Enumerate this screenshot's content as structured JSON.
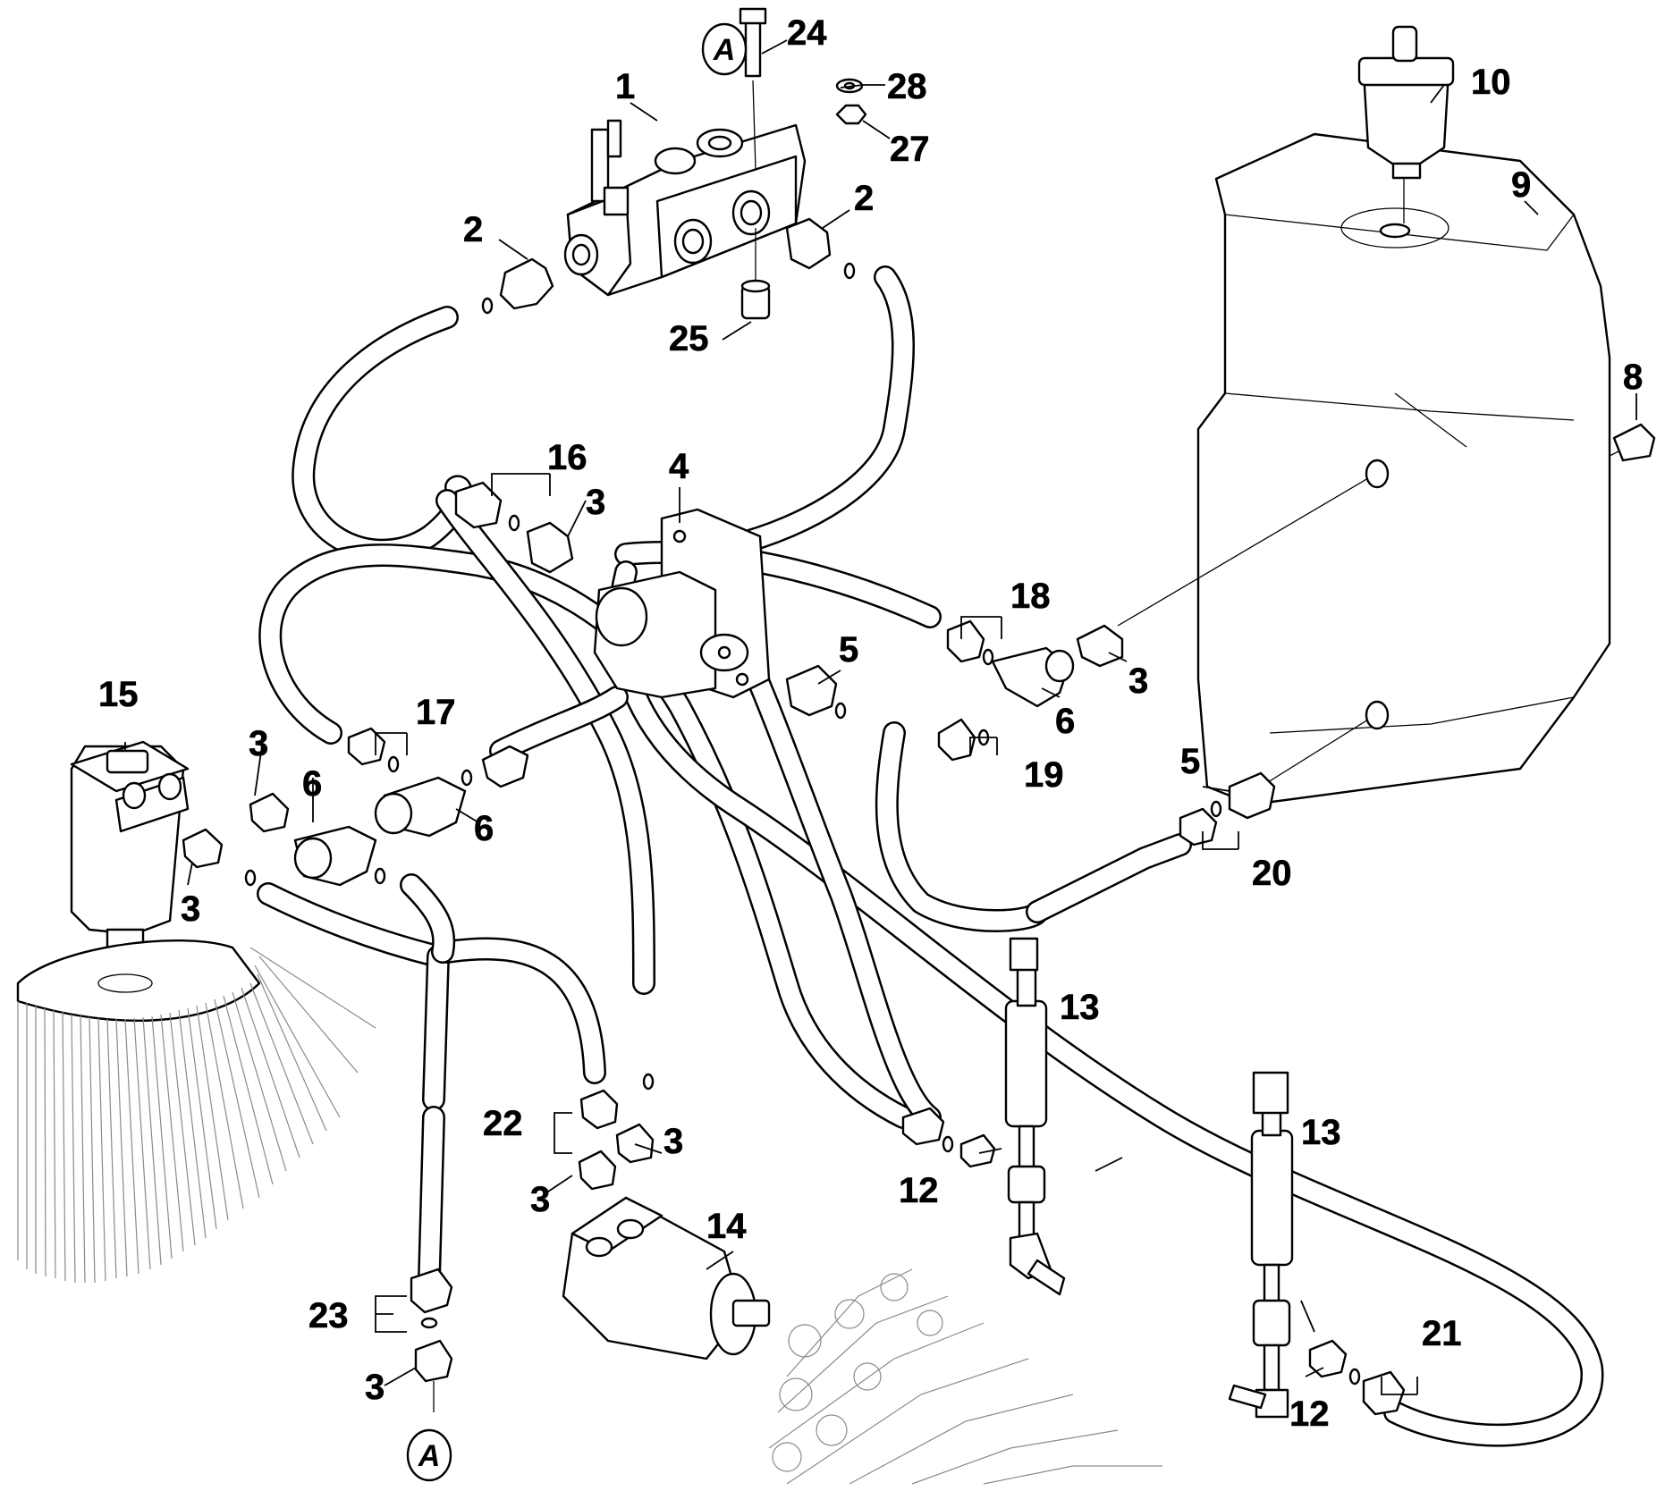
{
  "diagram": {
    "callouts": {
      "c1": "1",
      "c2a": "2",
      "c2b": "2",
      "c3a": "3",
      "c3b": "3",
      "c3c": "3",
      "c3d": "3",
      "c3e": "3",
      "c3f": "3",
      "c3g": "3",
      "c4": "4",
      "c5a": "5",
      "c5b": "5",
      "c6a": "6",
      "c6b": "6",
      "c6c": "6",
      "c8": "8",
      "c9": "9",
      "c10": "10",
      "c12a": "12",
      "c12b": "12",
      "c13a": "13",
      "c13b": "13",
      "c14": "14",
      "c15": "15",
      "c16": "16",
      "c17": "17",
      "c18": "18",
      "c19": "19",
      "c20": "20",
      "c21": "21",
      "c22": "22",
      "c23": "23",
      "c24": "24",
      "c25": "25",
      "c27": "27",
      "c28": "28"
    },
    "refs": {
      "top": "A",
      "bottom": "A"
    }
  }
}
